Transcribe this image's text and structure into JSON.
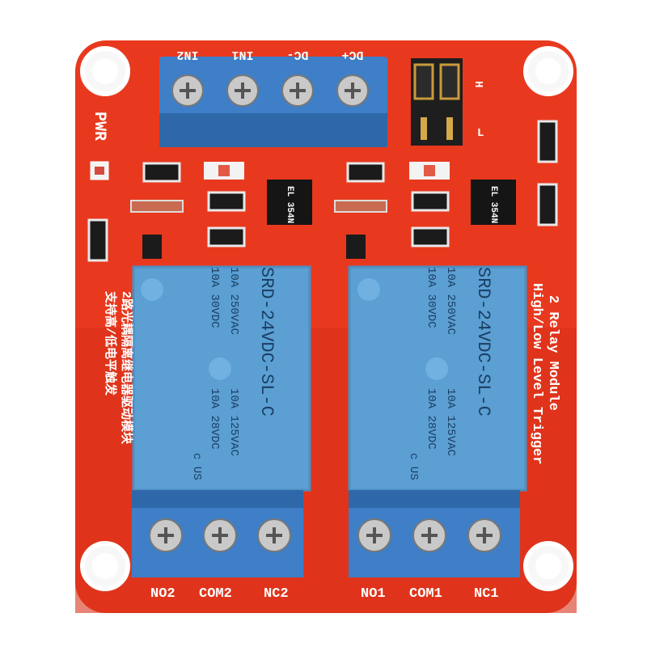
{
  "board": {
    "colors": {
      "pcb": "#e8391f",
      "relay": "#5b9fd3",
      "terminal": "#3e7fc8",
      "silk": "#ffffff"
    },
    "pwr_label": "PWR",
    "input_terminal_labels": [
      "IN2",
      "IN1",
      "DC-",
      "DC+"
    ],
    "jumper_header_labels": [
      "L",
      "H"
    ],
    "chinese_text_line1": "2路光耦隔离继电器驱动模块",
    "chinese_text_line2": "支持高/低电平触发",
    "module_title_line1": "2 Relay Module",
    "module_title_line2": "High/Low Level Trigger",
    "output_labels_left": [
      "NO2",
      "COM2",
      "NC2"
    ],
    "output_labels_right": [
      "NO1",
      "COM1",
      "NC1"
    ],
    "optocoupler_labels": [
      "EL 354N",
      "EL 354N"
    ],
    "relay": {
      "model": "SRD-24VDC-SL-C",
      "ratings_top": [
        "10A 125VAC",
        "10A 28VDC"
      ],
      "ratings_bottom": [
        "10A 250VAC",
        "10A 30VDC"
      ],
      "cert_mark": "c US"
    }
  }
}
